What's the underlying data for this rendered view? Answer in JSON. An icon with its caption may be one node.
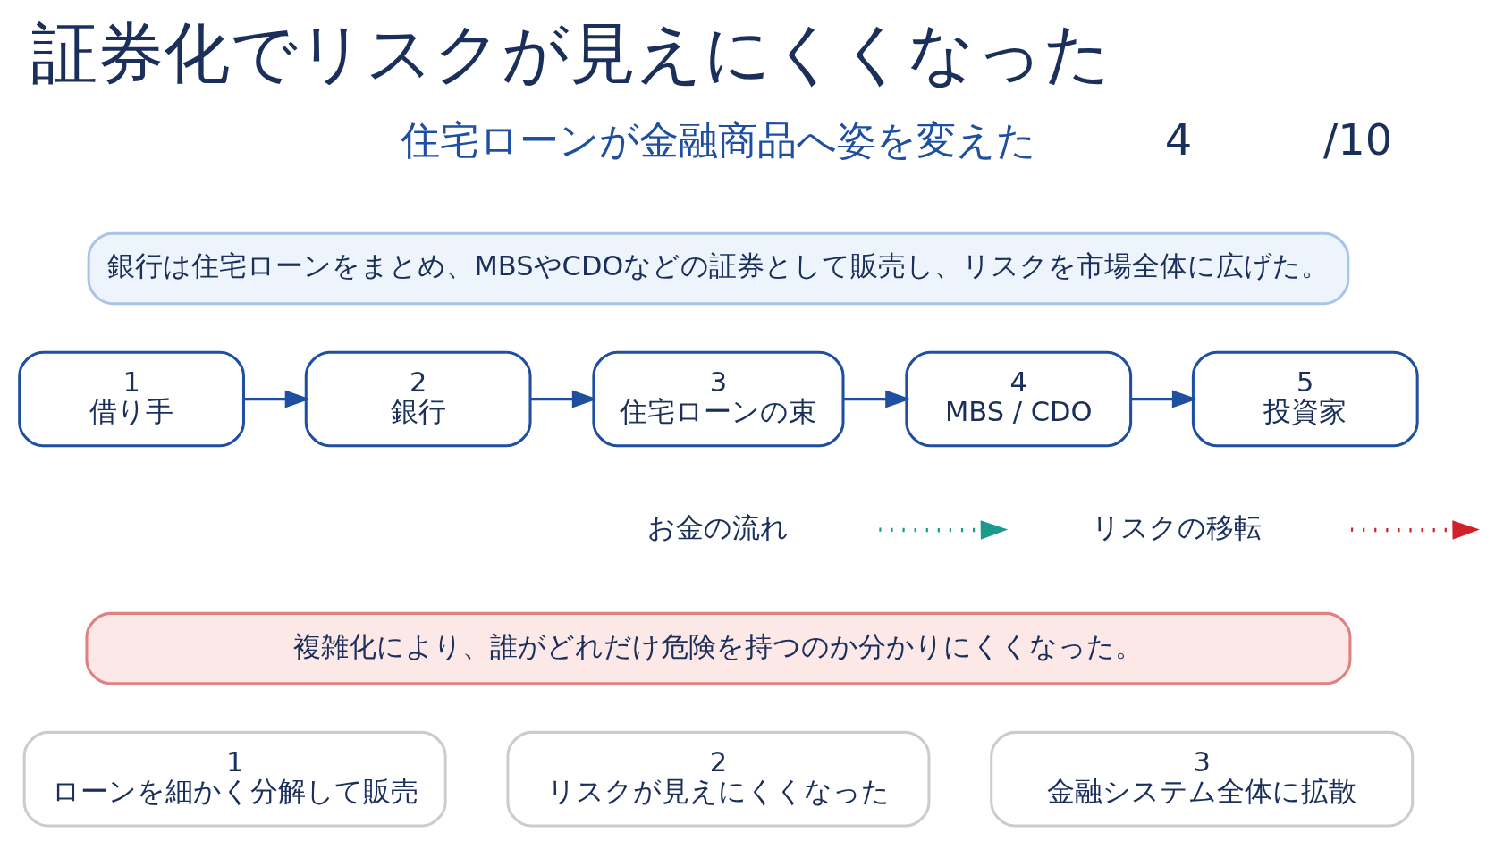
{
  "diagram": {
    "title": "証券化でリスクが見えにくくなった",
    "nodes": [
      {
        "text": [
          "銀行は住宅ローンをまとめ、MBSやCDOなどの証券として販売し、リスクを市場全体に広げた。"
        ]
      },
      {
        "text": [
          "1",
          "借り手"
        ]
      },
      {
        "text": [
          "2",
          "銀行"
        ]
      },
      {
        "text": [
          "3",
          "住宅ローンの束"
        ]
      },
      {
        "text": [
          "4",
          "MBS / CDO"
        ]
      },
      {
        "text": [
          "5",
          "投資家"
        ]
      },
      {
        "text": [
          "複雑化により、誰がどれだけ危険を持つのか分かりにくくなった。"
        ]
      },
      {
        "text": [
          "1",
          "ローンを細かく分解して販売"
        ]
      },
      {
        "text": [
          "2",
          "リスクが見えにくくなった"
        ]
      },
      {
        "text": [
          "3",
          "金融システム全体に拡散"
        ]
      }
    ],
    "edges": [
      {
        "from": 1,
        "to": 2,
        "arrow": "to"
      },
      {
        "from": 2,
        "to": 3,
        "arrow": "to"
      },
      {
        "from": 3,
        "to": 4,
        "arrow": "to"
      },
      {
        "from": 4,
        "to": 5,
        "arrow": "to"
      }
    ],
    "labels": [
      "住宅ローンが金融商品へ姿を変えた",
      "4",
      "/10"
    ],
    "legend": [
      {
        "text": "お金の流れ"
      },
      {
        "text": "リスクの移転"
      }
    ]
  }
}
